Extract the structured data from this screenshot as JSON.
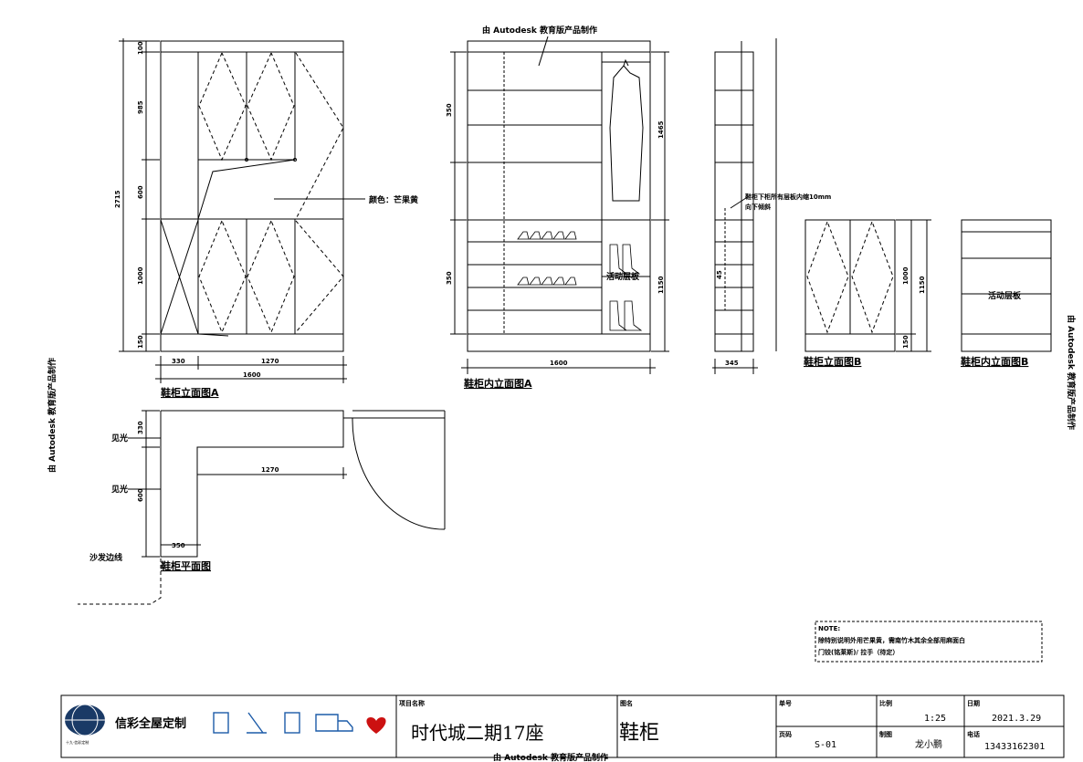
{
  "watermarks": {
    "top": "由 Autodesk 教育版产品制作",
    "left": "由 Autodesk 教育版产品制作",
    "right": "由 Autodesk 教育版产品制作",
    "bottom": "由 Autodesk 教育版产品制作"
  },
  "elevation_a": {
    "title": "鞋柜立面图A",
    "dims_v": [
      "100",
      "985",
      "600",
      "1000",
      "150"
    ],
    "dim_total": "2715",
    "dims_h": [
      "330",
      "1270"
    ],
    "dim_width": "1600",
    "color_note": "颜色：芒果黄"
  },
  "interior_a": {
    "title": "鞋柜内立面图A",
    "dims_left": [
      "350",
      "350"
    ],
    "dim_hang": "1465",
    "dim_lower": "1150",
    "dim_width": "1600",
    "label_shelf": "活动层板"
  },
  "side": {
    "note_line1": "鞋柜下柜所有层板内缩10mm",
    "note_line2": "向下倾斜",
    "dim_depth": "345",
    "dim_mark": "45"
  },
  "elevation_b": {
    "title": "鞋柜立面图B",
    "dims": [
      "1000",
      "1150",
      "150"
    ]
  },
  "interior_b": {
    "title": "鞋柜内立面图B",
    "label_shelf": "活动层板"
  },
  "plan": {
    "title": "鞋柜平面图",
    "label_light1": "见光",
    "label_light2": "见光",
    "dim_330": "330",
    "dim_600": "600",
    "dim_1270": "1270",
    "dim_350": "350",
    "sofa_edge": "沙发边线"
  },
  "note": {
    "title": "NOTE:",
    "line1": "除特别说明外用芒果黄，需南竹木其余全部用麻面白",
    "line2": "门铰(铭莱斯)/ 拉手（待定）"
  },
  "title_block": {
    "company": "信彩全屋定制",
    "company_sub": "十九·信彩定制",
    "project_label": "项目名称",
    "project_name": "时代城二期17座",
    "drawing_label": "图名",
    "drawing_name": "鞋柜",
    "order_label": "单号",
    "page_label": "页码",
    "page_value": "S-01",
    "scale_label": "比例",
    "scale_value": "1:25",
    "drawn_label": "制图",
    "drawn_value": "龙小鹏",
    "date_label": "日期",
    "date_value": "2021.3.29",
    "phone_label": "电话",
    "phone_value": "13433162301",
    "colors": {
      "heart": "#cc1111",
      "logo": "#1a3a66",
      "icons": "#1c5ba8"
    }
  }
}
